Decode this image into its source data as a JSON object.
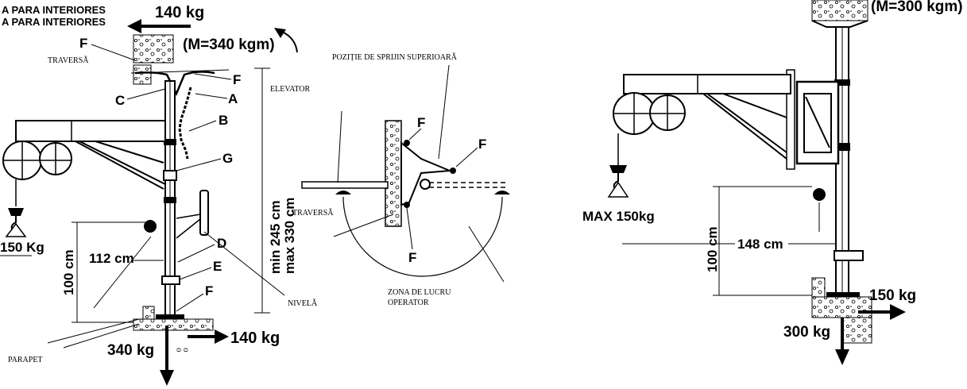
{
  "header": {
    "line1": "A PARA INTERIORES",
    "line2": "A PARA INTERIORES"
  },
  "left_diagram": {
    "load_top": "140 kg",
    "moment": "(M=340 kgm)",
    "label_traversa": "TRAVERSĂ",
    "label_elevator": "ELEVATOR",
    "part_f1": "F",
    "part_f2": "F",
    "part_c": "C",
    "part_a": "A",
    "part_b": "B",
    "part_g": "G",
    "part_d": "D",
    "part_e": "E",
    "part_f3": "F",
    "height_range_min": "min 245 cm",
    "height_range_max": "max 330 cm",
    "reach": "112 cm",
    "height": "100 cm",
    "capacity": "150 Kg",
    "label_nivela": "NIVELĂ",
    "label_parapet": "PARAPET",
    "load_bottom": "340 kg",
    "load_bottom_side": "140 kg"
  },
  "middle_diagram": {
    "title": "POZIȚIE DE SPRIJIN SUPERIOARĂ",
    "part_f1": "F",
    "part_f2": "F",
    "part_f3": "F",
    "label_traversa": "TRAVERSĂ",
    "zone_line1": "ZONA DE LUCRU",
    "zone_line2": "OPERATOR"
  },
  "right_diagram": {
    "moment": "(M=300 kgm)",
    "capacity": "MAX 150kg",
    "reach": "148 cm",
    "height": "100 cm",
    "load_side": "150 kg",
    "load_bottom": "300 kg"
  }
}
